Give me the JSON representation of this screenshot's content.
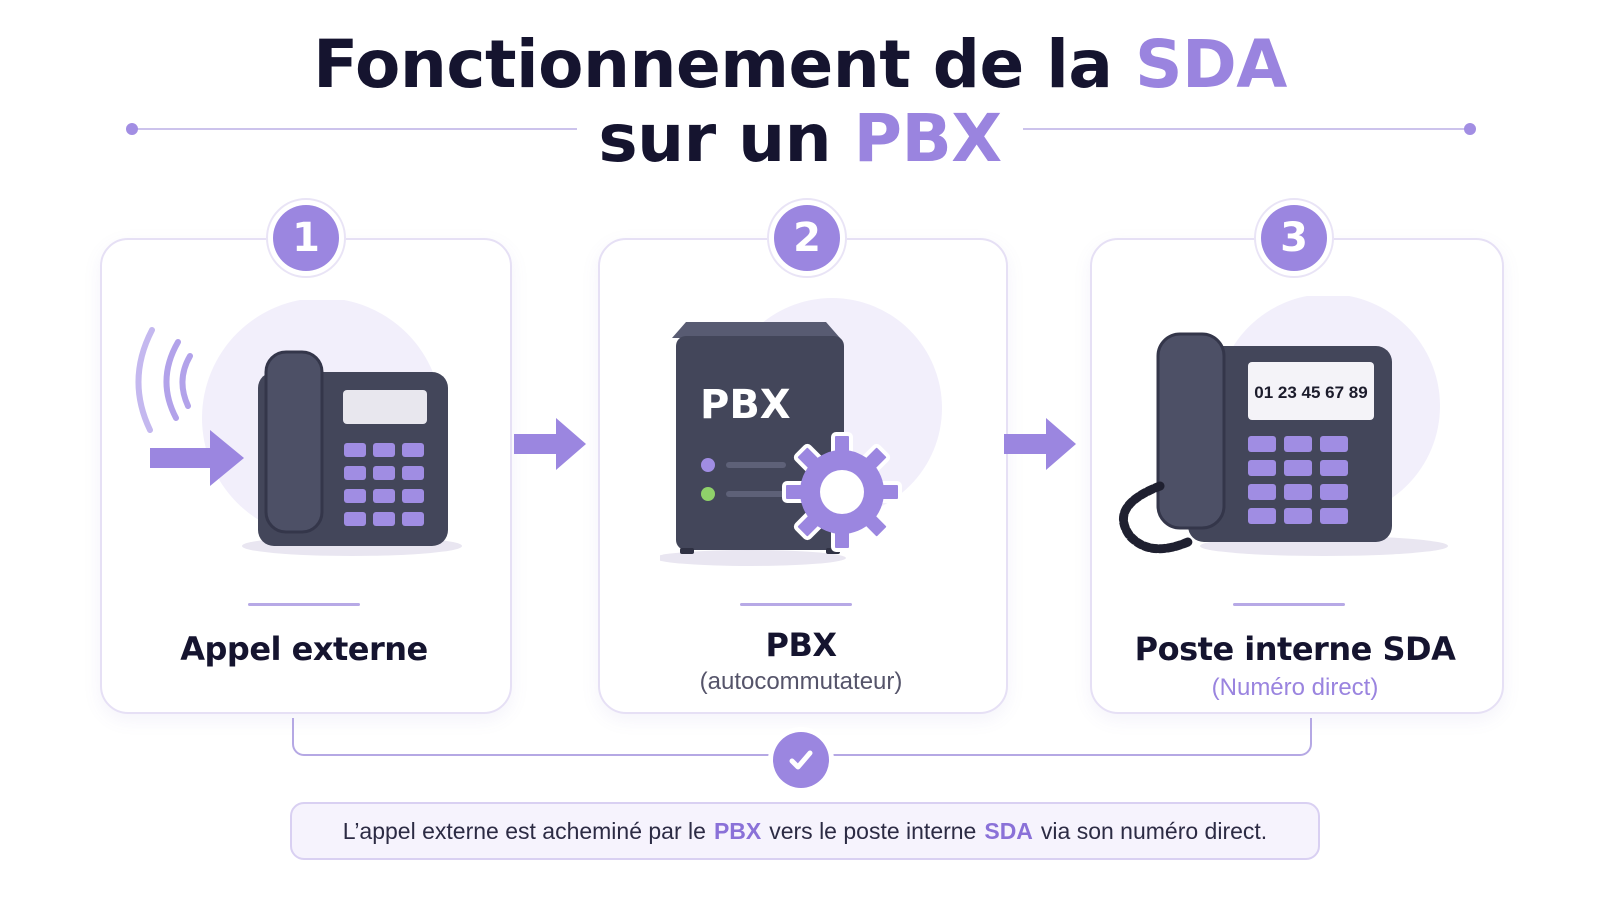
{
  "title": {
    "line1_text": "Fonctionnement de la ",
    "line1_accent": "SDA",
    "line2_text": "sur un ",
    "line2_accent": "PBX"
  },
  "steps": [
    {
      "number": "1",
      "label": "Appel externe",
      "sublabel": ""
    },
    {
      "number": "2",
      "label": "PBX",
      "sublabel": "(autocommutateur)"
    },
    {
      "number": "3",
      "label": "Poste interne SDA",
      "sublabel": "(Numéro direct)"
    }
  ],
  "pbx_box_label": "PBX",
  "phone_display_number": "01 23 45 67 89",
  "note": {
    "part1": "L’appel externe est acheminé par le",
    "hl1": "PBX",
    "part2": "vers le poste interne",
    "hl2": "SDA",
    "part3": "via son numéro direct."
  },
  "icons": [
    "incoming-call-arrow-icon",
    "desk-phone-icon",
    "pbx-server-icon",
    "gear-icon",
    "flow-arrow-icon",
    "check-icon",
    "signal-waves-icon"
  ],
  "colors": {
    "accent": "#9b86e0",
    "dark": "#15142f",
    "device": "#43465a",
    "key": "#a08de3",
    "led_green": "#8fd16a"
  }
}
